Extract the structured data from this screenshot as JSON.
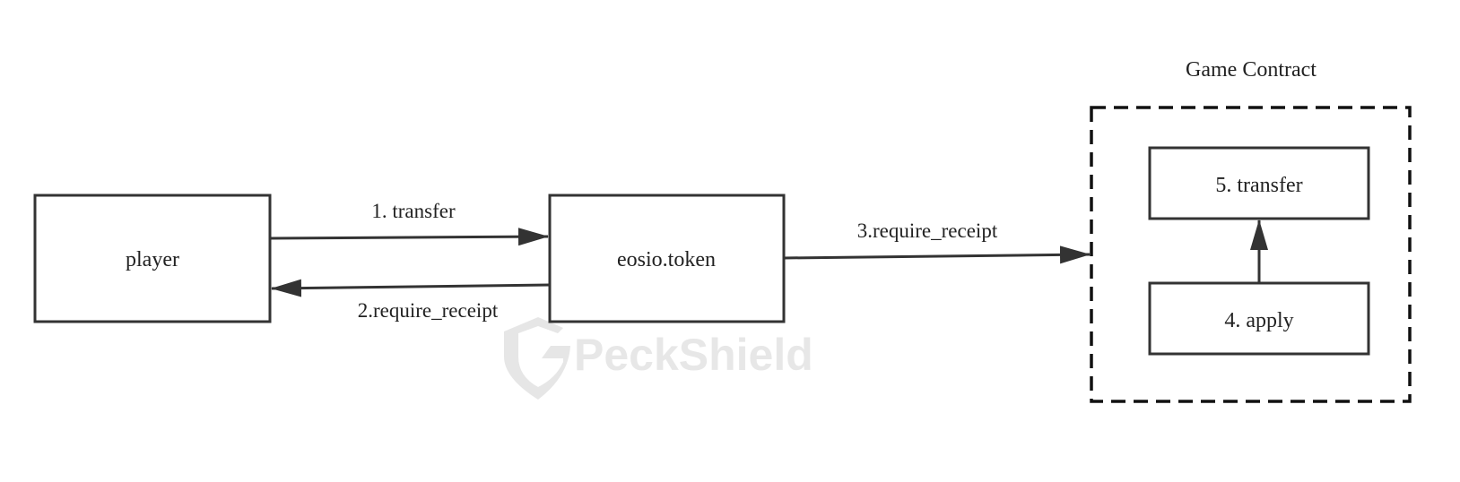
{
  "diagram": {
    "nodes": {
      "player": "player",
      "eosio_token": "eosio.token",
      "transfer5": "5. transfer",
      "apply4": "4. apply"
    },
    "group_label": "Game Contract",
    "edges": {
      "e1": "1. transfer",
      "e2": "2.require_receipt",
      "e3": "3.require_receipt"
    }
  },
  "watermark": {
    "text": "PeckShield"
  },
  "colors": {
    "stroke": "#333333",
    "text": "#222222",
    "watermark": "#dcdcdc"
  }
}
